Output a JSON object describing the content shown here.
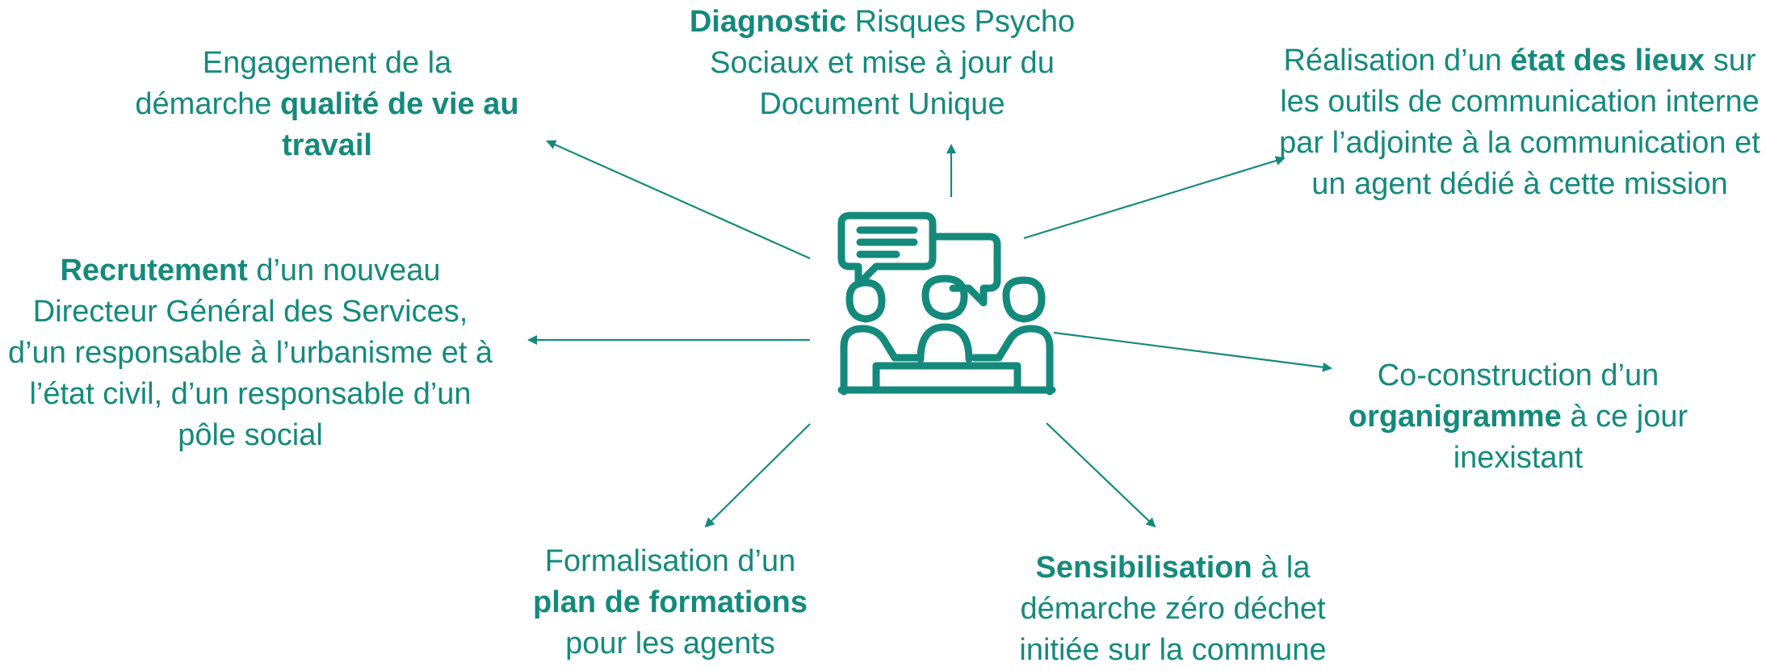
{
  "colors": {
    "accent": "#148a7c",
    "background": "#ffffff"
  },
  "center": {
    "icon": "team-meeting-icon"
  },
  "nodes": {
    "top": {
      "pre": "",
      "bold": "Diagnostic",
      "post": " Risques Psycho Sociaux et mise à jour du Document Unique"
    },
    "top_left": {
      "pre": "Engagement de la démarche ",
      "bold": "qualité de vie au travail",
      "post": ""
    },
    "top_right": {
      "pre": "Réalisation d’un ",
      "bold": "état des lieux",
      "post": " sur les outils de communication interne par l’adjointe à la communication et un agent dédié à cette mission"
    },
    "left": {
      "pre": "",
      "bold": "Recrutement",
      "post": " d’un nouveau Directeur Général des Services, d’un responsable à l’urbanisme et à l’état civil, d’un responsable d’un pôle social"
    },
    "right": {
      "pre": "Co-construction d’un ",
      "bold": "organigramme",
      "post": " à ce jour inexistant"
    },
    "bottom_left": {
      "pre": "Formalisation d’un ",
      "bold": "plan de formations",
      "post": " pour les agents"
    },
    "bottom_right": {
      "pre": "",
      "bold": "Sensibilisation",
      "post": " à la démarche zéro déchet initiée sur la commune"
    }
  }
}
